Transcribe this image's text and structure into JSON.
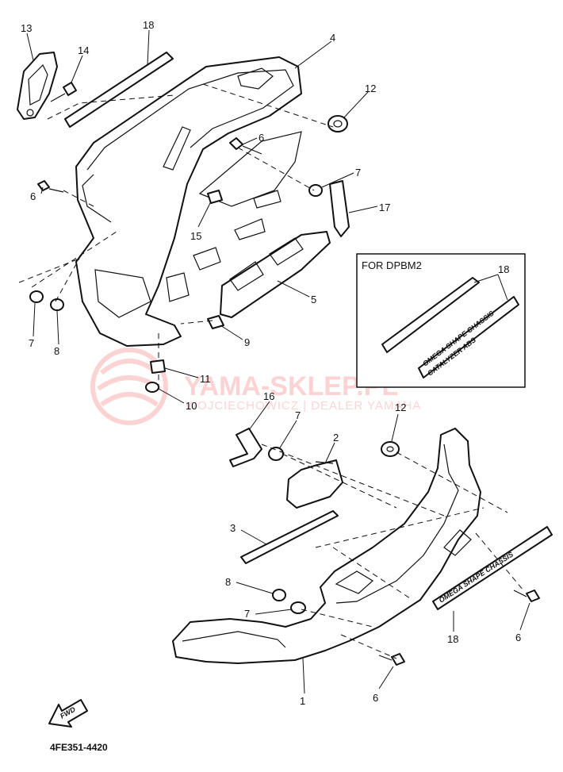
{
  "watermark": {
    "brand": "YAMA-SKLEP.PL",
    "tagline": "WOJCIECHOWICZ | DEALER YAMAHA",
    "color": "#ee3b3b"
  },
  "inset": {
    "title": "FOR DPBM2",
    "callout": "18",
    "decal_text_line1": "OMEGA SHAPE CHASSIS",
    "decal_text_line2": "CATALYZER ABS"
  },
  "decal_lower_text": "OMEGA SHAPE CHASSIS",
  "fwd_label": "FWD",
  "drawing_code": "4FE351-4420",
  "callouts": {
    "c13": "13",
    "c14": "14",
    "c18_top": "18",
    "c4": "4",
    "c12_top": "12",
    "c6_a": "6",
    "c7_a": "7",
    "c17": "17",
    "c6_b": "6",
    "c15": "15",
    "c5": "5",
    "c7_b": "7",
    "c8_a": "8",
    "c9": "9",
    "c11": "11",
    "c10": "10",
    "c16": "16",
    "c7_c": "7",
    "c2": "2",
    "c12_bottom": "12",
    "c3": "3",
    "c8_b": "8",
    "c7_d": "7",
    "c18_bottom": "18",
    "c6_c": "6",
    "c1": "1",
    "c6_d": "6"
  }
}
